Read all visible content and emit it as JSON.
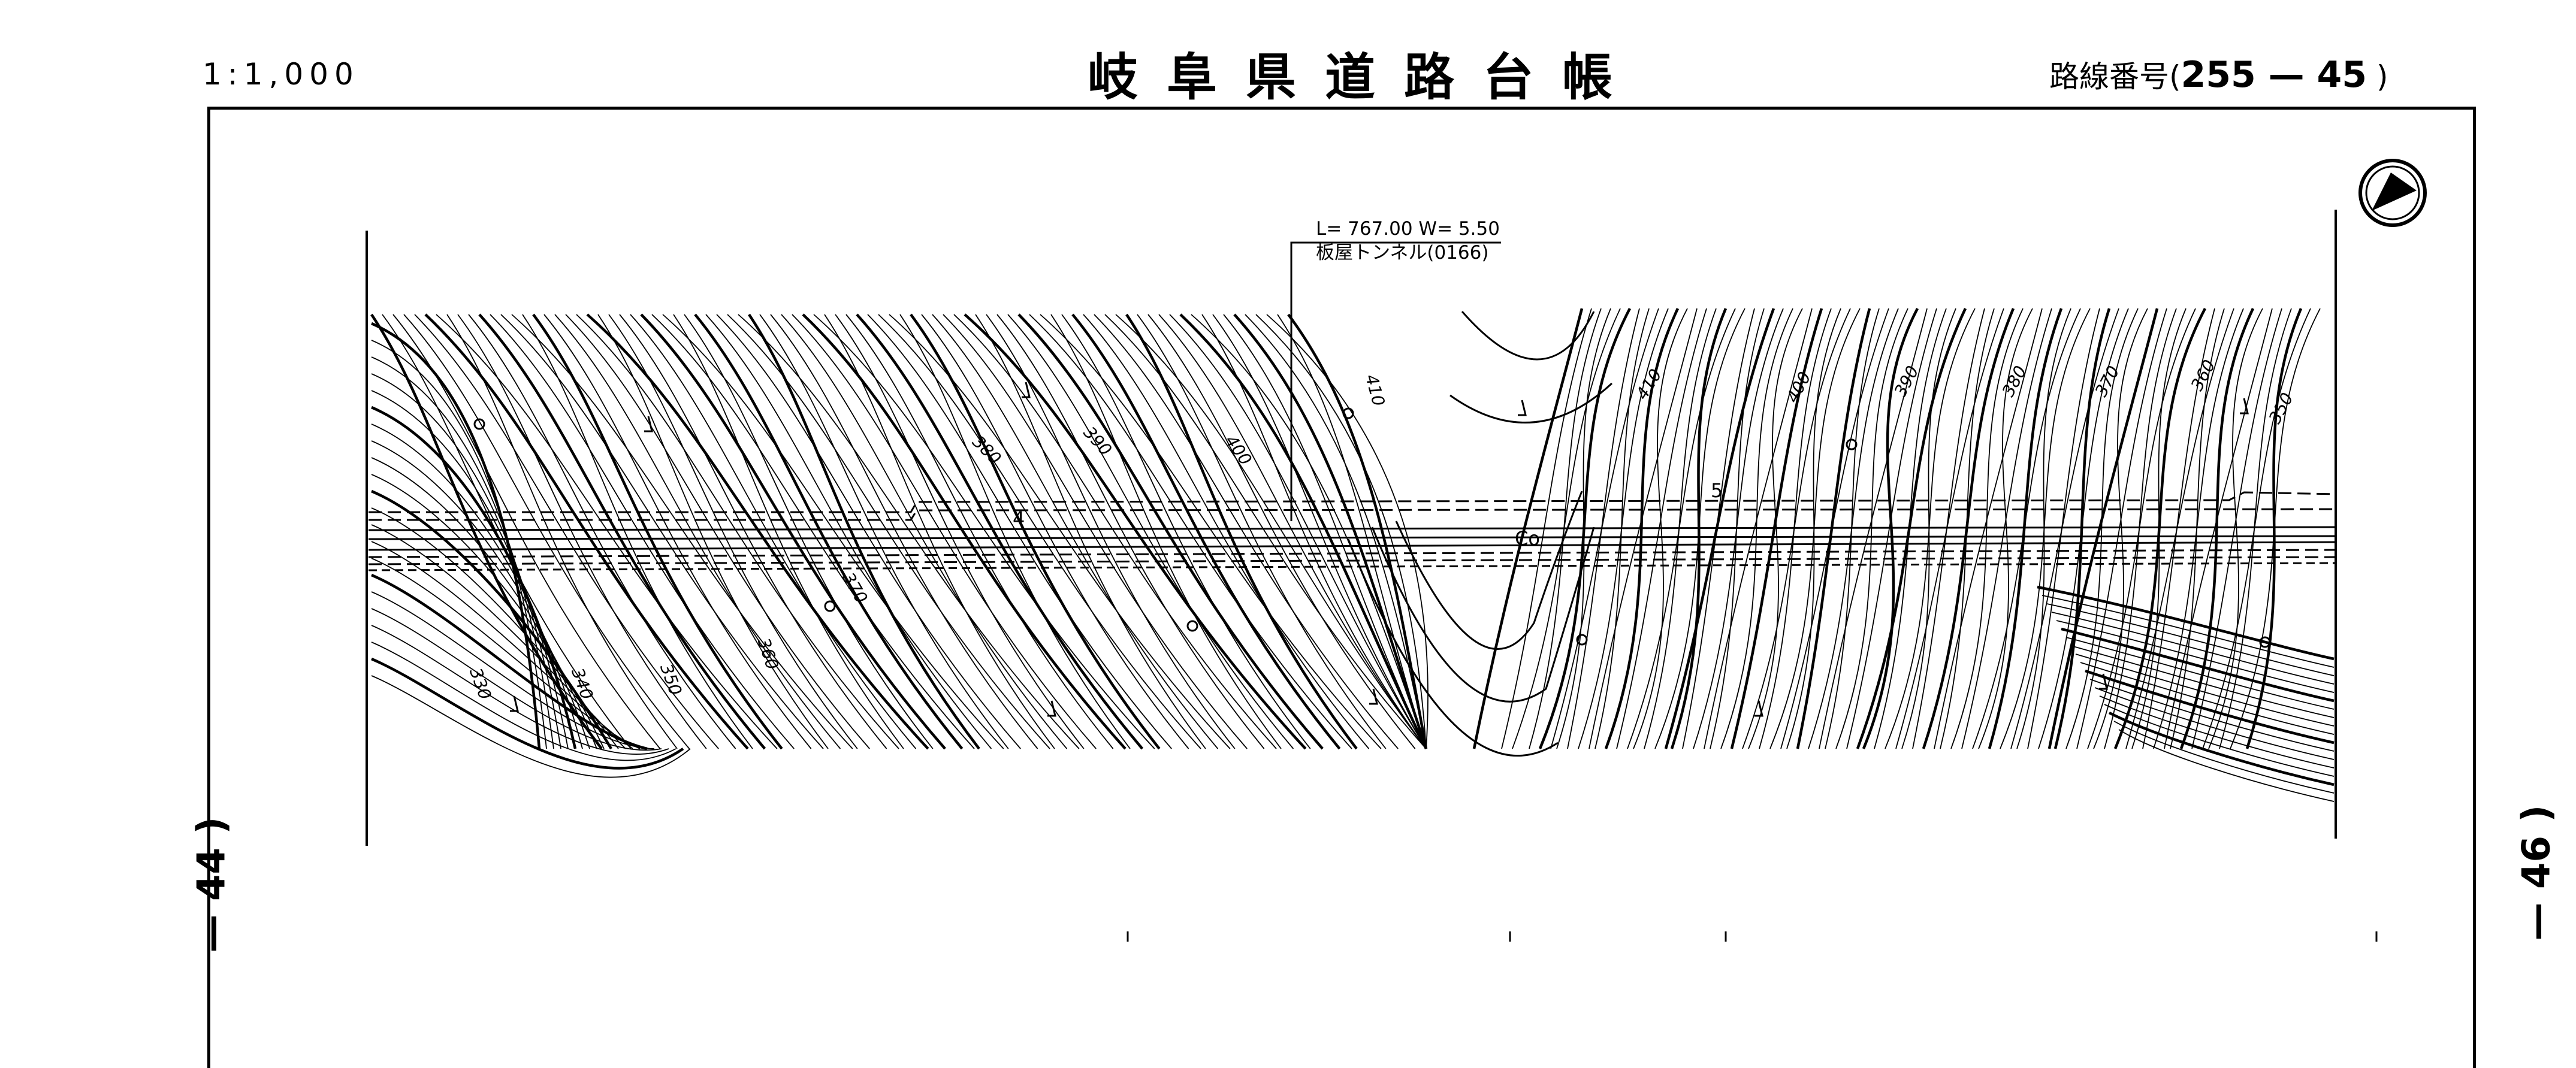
{
  "header": {
    "scale": "1:1,000",
    "title": "岐阜県道路台帳",
    "route_prefix": "路線番号(",
    "route_number": "255 — 45",
    "route_suffix": " )"
  },
  "margins": {
    "left_sheet": "— 44 )",
    "right_sheet": "— 46 )"
  },
  "tunnel": {
    "dimensions": "L= 767.00 W= 5.50",
    "name": "板屋トンネル(0166)"
  },
  "contour_labels": [
    "330",
    "340",
    "350",
    "360",
    "370",
    "380",
    "390",
    "400",
    "410",
    "410",
    "400",
    "390",
    "380",
    "370",
    "360",
    "350"
  ],
  "road_labels": [
    "4",
    "5",
    "Co"
  ],
  "colors": {
    "ink": "#000000",
    "paper": "#ffffff"
  }
}
